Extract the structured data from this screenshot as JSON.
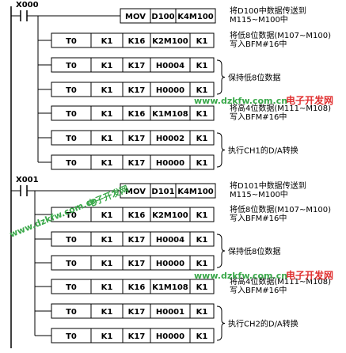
{
  "contacts": [
    "X000",
    "X001"
  ],
  "rungs": [
    {
      "ins": [
        "MOV",
        "D100",
        "K4M100"
      ],
      "comment": [
        "将D100中数据传送到",
        "M115~M100中"
      ]
    },
    {
      "ins": [
        "T0",
        "K1",
        "K16",
        "K2M100",
        "K1"
      ],
      "comment": [
        "将低8位数据(M107~M100)",
        "写入BFM#16中"
      ]
    },
    {
      "ins": [
        "T0",
        "K1",
        "K17",
        "H0004",
        "K1"
      ],
      "comment": []
    },
    {
      "ins": [
        "T0",
        "K1",
        "K17",
        "H0000",
        "K1"
      ],
      "comment": []
    },
    {
      "ins": [
        "T0",
        "K1",
        "K16",
        "K1M108",
        "K1"
      ],
      "comment": [
        "将高4位数据(M111~M108)",
        "写入BFM#16中"
      ]
    },
    {
      "ins": [
        "T0",
        "K1",
        "K17",
        "H0002",
        "K1"
      ],
      "comment": []
    },
    {
      "ins": [
        "T0",
        "K1",
        "K17",
        "H0000",
        "K1"
      ],
      "comment": []
    },
    {
      "ins": [
        "MOV",
        "D101",
        "K4M100"
      ],
      "comment": [
        "将D101中数据传送到",
        "M115~M100中"
      ]
    },
    {
      "ins": [
        "T0",
        "K1",
        "K16",
        "K2M100",
        "K1"
      ],
      "comment": [
        "将低8位数据(M107~M100)",
        "写入BFM#16中"
      ]
    },
    {
      "ins": [
        "T0",
        "K1",
        "K17",
        "H0004",
        "K1"
      ],
      "comment": []
    },
    {
      "ins": [
        "T0",
        "K1",
        "K17",
        "H0000",
        "K1"
      ],
      "comment": []
    },
    {
      "ins": [
        "T0",
        "K1",
        "K16",
        "K1M108",
        "K1"
      ],
      "comment": [
        "将高4位数据(M111~M108)",
        "写入BFM#16中"
      ]
    },
    {
      "ins": [
        "T0",
        "K1",
        "K17",
        "H0001",
        "K1"
      ],
      "comment": []
    },
    {
      "ins": [
        "T0",
        "K1",
        "K17",
        "H0000",
        "K1"
      ],
      "comment": []
    }
  ],
  "groups": [
    {
      "text": "保持低8位数据"
    },
    {
      "text": "执行CH1的D/A转换"
    },
    {
      "text": "保持低8位数据"
    },
    {
      "text": "执行CH2的D/A转换"
    }
  ],
  "watermarks": {
    "url": "www.dzkfw.com.cn",
    "brand": "电子开发网",
    "diag_url": "www.dzkfw.com.cn",
    "diag_brand": "电子开发网"
  },
  "colors": {
    "line": "#000000",
    "watermark_green": "#3aa84a",
    "watermark_red": "#e03030"
  }
}
